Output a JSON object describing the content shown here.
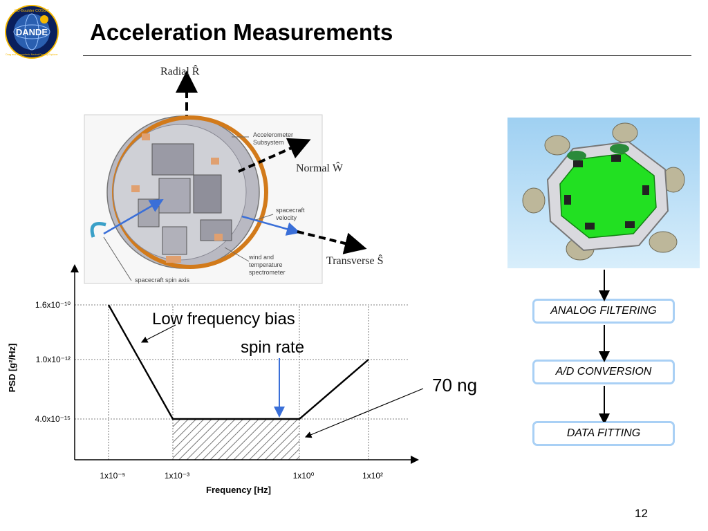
{
  "slide": {
    "title": "Acceleration Measurements",
    "page_number": "12"
  },
  "logo": {
    "top_text": "CU-Boulder  COSGC",
    "name": "DANDE",
    "bottom_text": "Drag and Atmospheric Neutral Density Explorer",
    "colors": {
      "ring": "#0a1f5c",
      "inner": "#2a5fb0",
      "accent": "#f5b800"
    }
  },
  "spacecraft_diagram": {
    "radial_label": "Radial R̂",
    "normal_label": "Normal Ŵ",
    "transverse_label": "Transverse Ŝ",
    "accelerometer_label": [
      "Accelerometer",
      "Subsystem"
    ],
    "velocity_label": [
      "spacecraft",
      "velocity"
    ],
    "wind_label": [
      "wind and",
      "temperature",
      "spectrometer"
    ],
    "spin_axis_label": "spacecraft spin axis"
  },
  "flow": {
    "steps": [
      "ANALOG FILTERING",
      "A/D CONVERSION",
      "DATA FITTING"
    ],
    "border_color": "#a9d0f5"
  },
  "chart_data": {
    "type": "line",
    "xlabel": "Frequency [Hz]",
    "ylabel": "PSD [g²/Hz]",
    "x_ticks": [
      {
        "label": "1x10⁻⁵",
        "value": -5
      },
      {
        "label": "1x10⁻³",
        "value": -3
      },
      {
        "label": "1x10⁰",
        "value": 0
      },
      {
        "label": "1x10²",
        "value": 2
      }
    ],
    "y_ticks": [
      {
        "label": "1.6x10⁻¹⁰",
        "level": 2
      },
      {
        "label": "1.0x10⁻¹²",
        "level": 1
      },
      {
        "label": "4.0x10⁻¹⁵",
        "level": 0
      }
    ],
    "series": [
      {
        "points": [
          [
            -5,
            2
          ],
          [
            -3,
            0
          ],
          [
            0,
            0
          ],
          [
            2,
            1
          ]
        ]
      }
    ],
    "shaded_band": {
      "x_from": -3,
      "x_to": 0,
      "level": 0
    },
    "annotations": {
      "low_freq": "Low frequency bias",
      "spin_rate": "spin rate",
      "noise_level": "70 ng"
    }
  }
}
